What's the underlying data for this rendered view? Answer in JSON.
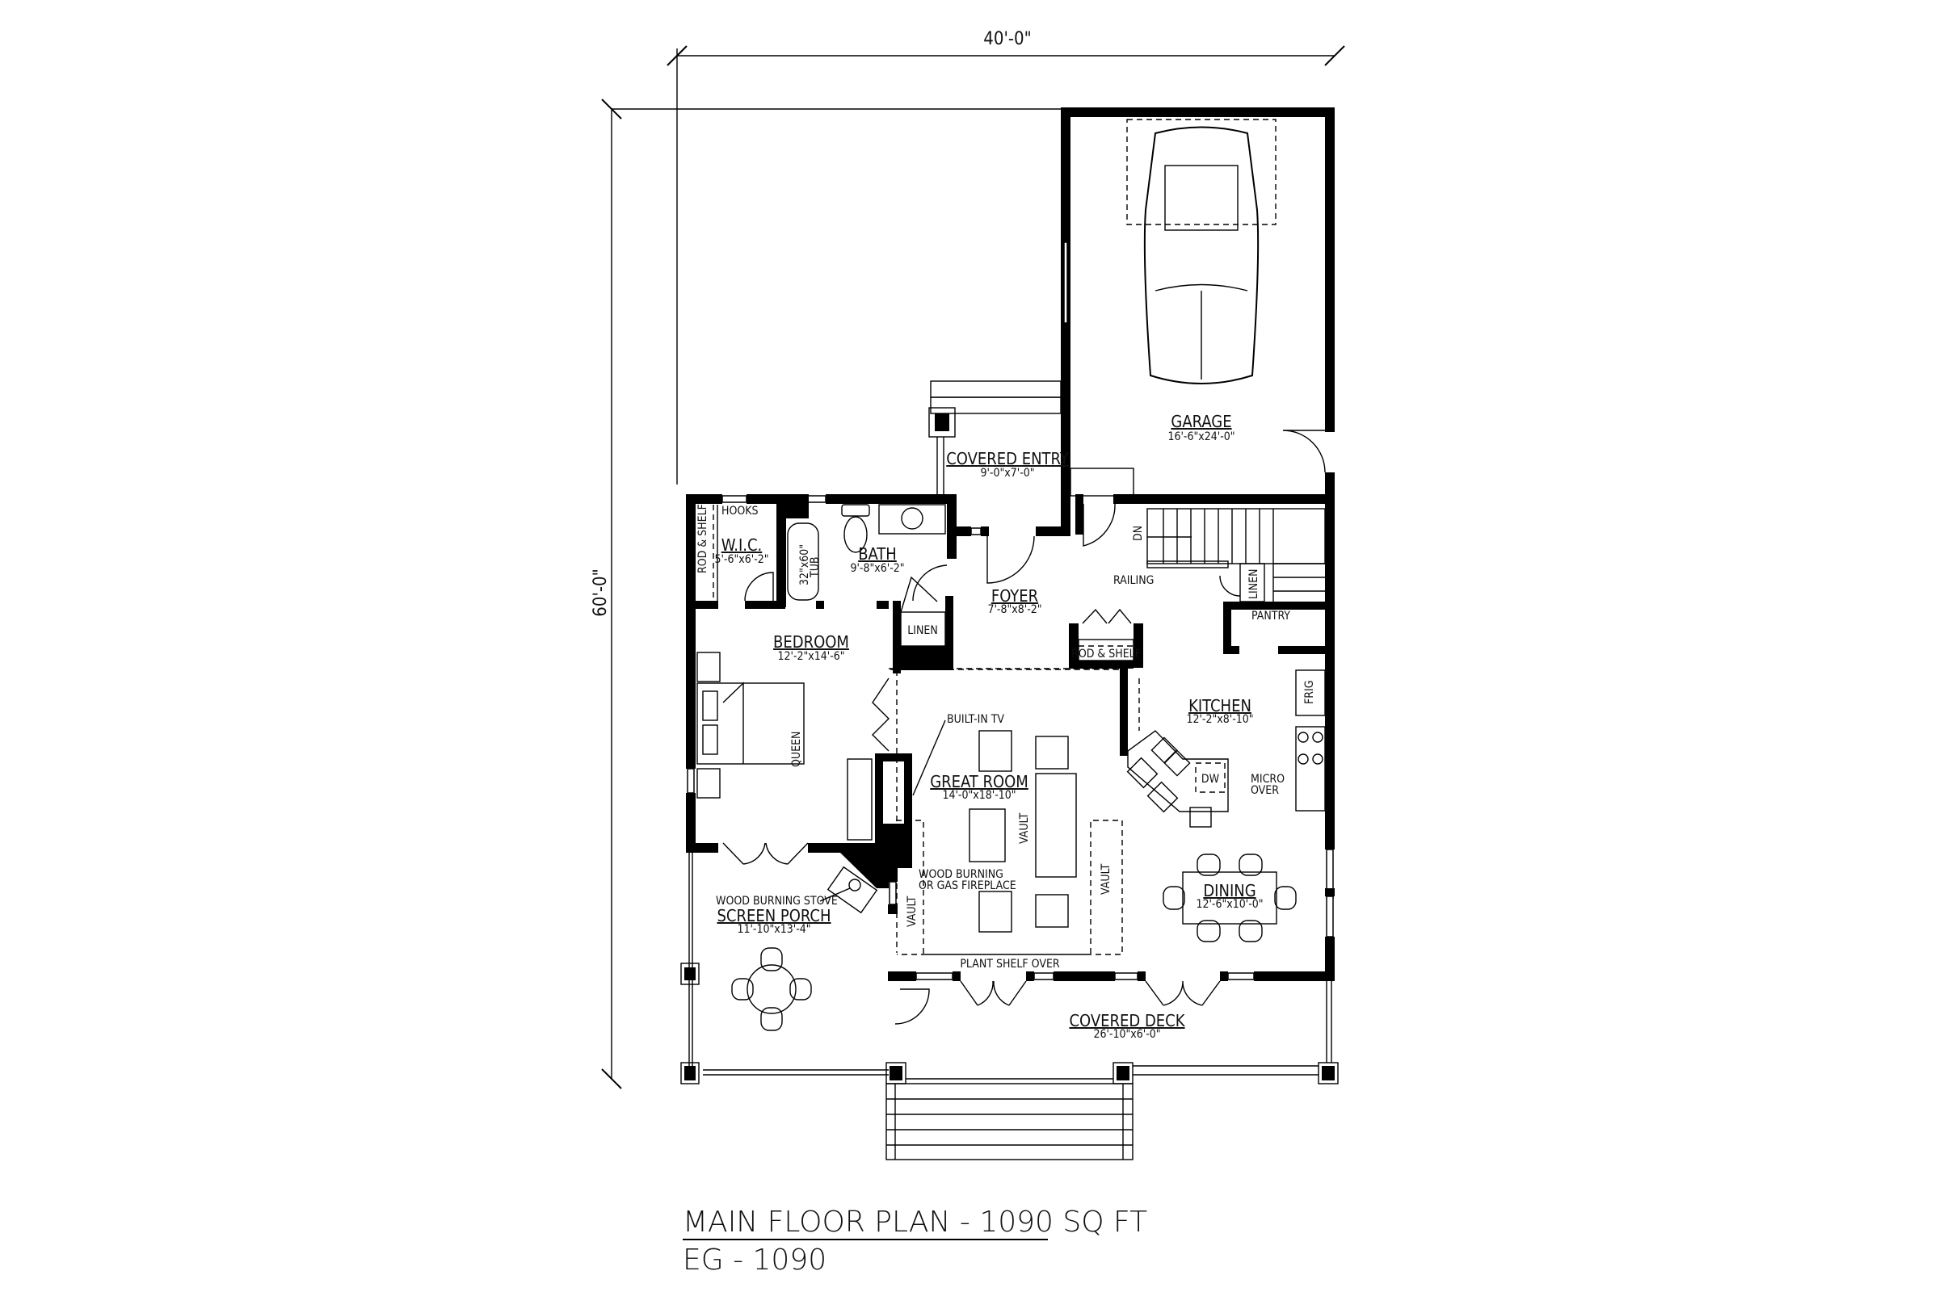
{
  "dimensions": {
    "width": "40'-0\"",
    "depth": "60'-0\""
  },
  "rooms": {
    "garage": {
      "name": "GARAGE",
      "size": "16'-6\"x24'-0\""
    },
    "covered_entry": {
      "name": "COVERED ENTRY",
      "size": "9'-0\"x7'-0\""
    },
    "wic": {
      "name": "W.I.C.",
      "size": "5'-6\"x6'-2\""
    },
    "bath": {
      "name": "BATH",
      "size": "9'-8\"x6'-2\""
    },
    "foyer": {
      "name": "FOYER",
      "size": "7'-8\"x8'-2\""
    },
    "bedroom": {
      "name": "BEDROOM",
      "size": "12'-2\"x14'-6\""
    },
    "kitchen": {
      "name": "KITCHEN",
      "size": "12'-2\"x8'-10\""
    },
    "great_room": {
      "name": "GREAT ROOM",
      "size": "14'-0\"x18'-10\""
    },
    "dining": {
      "name": "DINING",
      "size": "12'-6\"x10'-0\""
    },
    "screen_porch": {
      "name": "SCREEN PORCH",
      "size": "11'-10\"x13'-4\""
    },
    "covered_deck": {
      "name": "COVERED DECK",
      "size": "26'-10\"x6'-0\""
    }
  },
  "labels": {
    "hooks": "HOOKS",
    "rod_shelf_wic": "ROD & SHELF",
    "tub": "32\"x60\"",
    "tub2": "TUB",
    "dn": "DN",
    "railing": "RAILING",
    "linen_stair": "LINEN",
    "pantry": "PANTRY",
    "linen_hall": "LINEN",
    "rod_shelf_foyer": "ROD & SHELF",
    "frig": "FRIG",
    "built_in_tv": "BUILT-IN TV",
    "queen": "QUEEN",
    "dw": "DW",
    "micro": "MICRO",
    "over": "OVER",
    "vault": "VAULT",
    "fireplace1": "WOOD BURNING",
    "fireplace2": "OR GAS FIREPLACE",
    "stove": "WOOD BURNING STOVE",
    "plant_shelf": "PLANT SHELF OVER"
  },
  "title": {
    "main": "MAIN FLOOR PLAN - 1090 SQ FT",
    "code": "EG - 1090"
  }
}
